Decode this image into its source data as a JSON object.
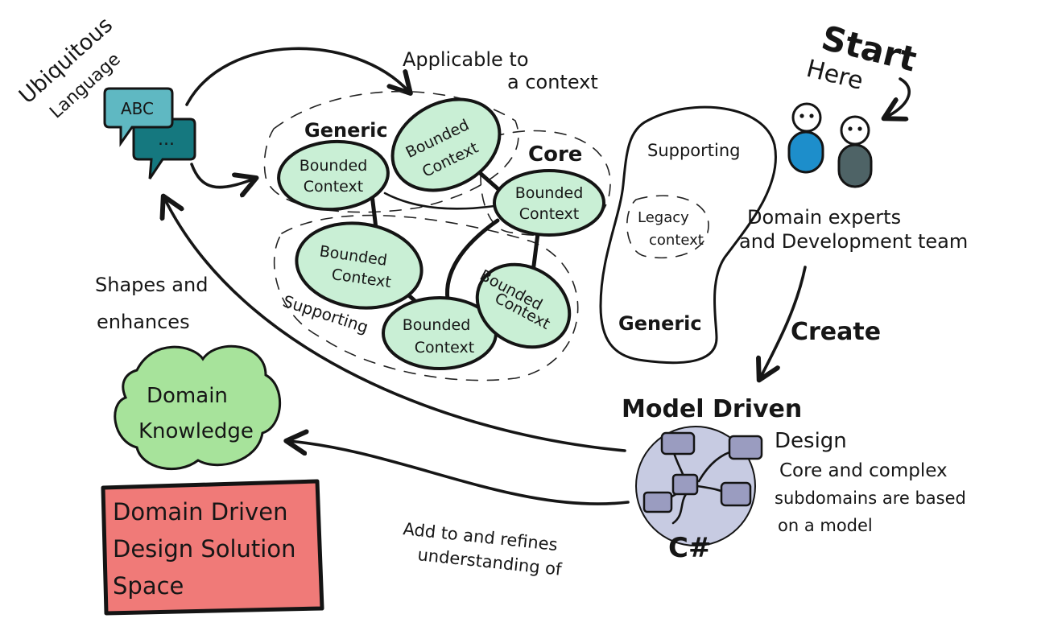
{
  "labels": {
    "ubiquitous": "Ubiquitous",
    "language": "Language",
    "abc": "ABC",
    "ellipsis": "...",
    "applicable_line1": "Applicable to",
    "applicable_line2": "a context",
    "generic_top": "Generic",
    "core": "Core",
    "supporting_left": "Supporting",
    "start": "Start",
    "here": "Here",
    "supporting_blob": "Supporting",
    "legacy_line1": "Legacy",
    "legacy_line2": "context",
    "generic_blob": "Generic",
    "experts_line1": "Domain experts",
    "experts_line2": "and Development team",
    "create": "Create",
    "shapes_line1": "Shapes and",
    "shapes_line2": "enhances",
    "knowledge_line1": "Domain",
    "knowledge_line2": "Knowledge",
    "mdd_title": "Model Driven",
    "mdd_design": "Design",
    "core_line1": "Core and complex",
    "core_line2": "subdomains are based",
    "core_line3": "on a model",
    "csharp": "C#",
    "refines_line1": "Add to and refines",
    "refines_line2": "understanding of",
    "solution_line1": "Domain Driven",
    "solution_line2": "Design Solution",
    "solution_line3": "Space"
  },
  "bounded_contexts": [
    {
      "line1": "Bounded",
      "line2": "Context"
    },
    {
      "line1": "Bounded",
      "line2": "Context"
    },
    {
      "line1": "Bounded",
      "line2": "Context"
    },
    {
      "line1": "Bounded",
      "line2": "Context"
    },
    {
      "line1": "Bounded",
      "line2": "Context"
    },
    {
      "line1": "Bounded",
      "line2": "Context"
    }
  ],
  "colors": {
    "bounded_context_fill": "#c9efd5",
    "speech_bubble_light": "#5fb8c2",
    "speech_bubble_dark": "#15787f",
    "person_blue": "#1d8ecb",
    "person_gray": "#4e6366",
    "knowledge_cloud": "#a7e39b",
    "solution_box": "#f07a78",
    "model_circle": "#c7cbe2",
    "model_node": "#9a9cc0"
  }
}
